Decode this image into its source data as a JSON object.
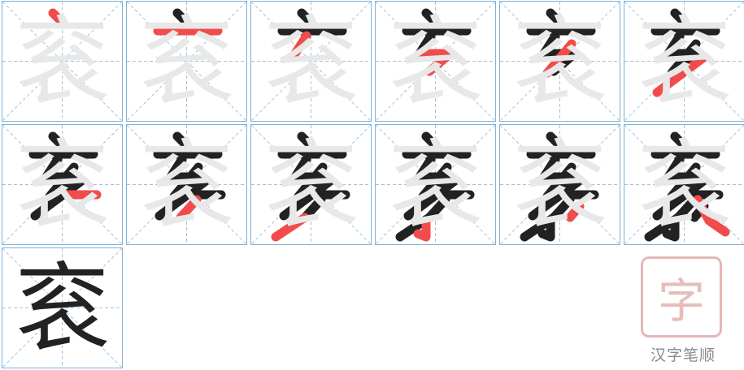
{
  "character": "衮",
  "stroke_count": 13,
  "colors": {
    "grid": "#7fb2d6",
    "guide": "#9cc4e0",
    "ghost": "#e8e8e8",
    "ink": "#222222",
    "highlight": "#f24b4b",
    "logo": "#e8bcbc"
  },
  "logo": {
    "glyph": "字",
    "icon": "stamp-logo-icon"
  },
  "brand": {
    "name": "汉字笔顺"
  }
}
